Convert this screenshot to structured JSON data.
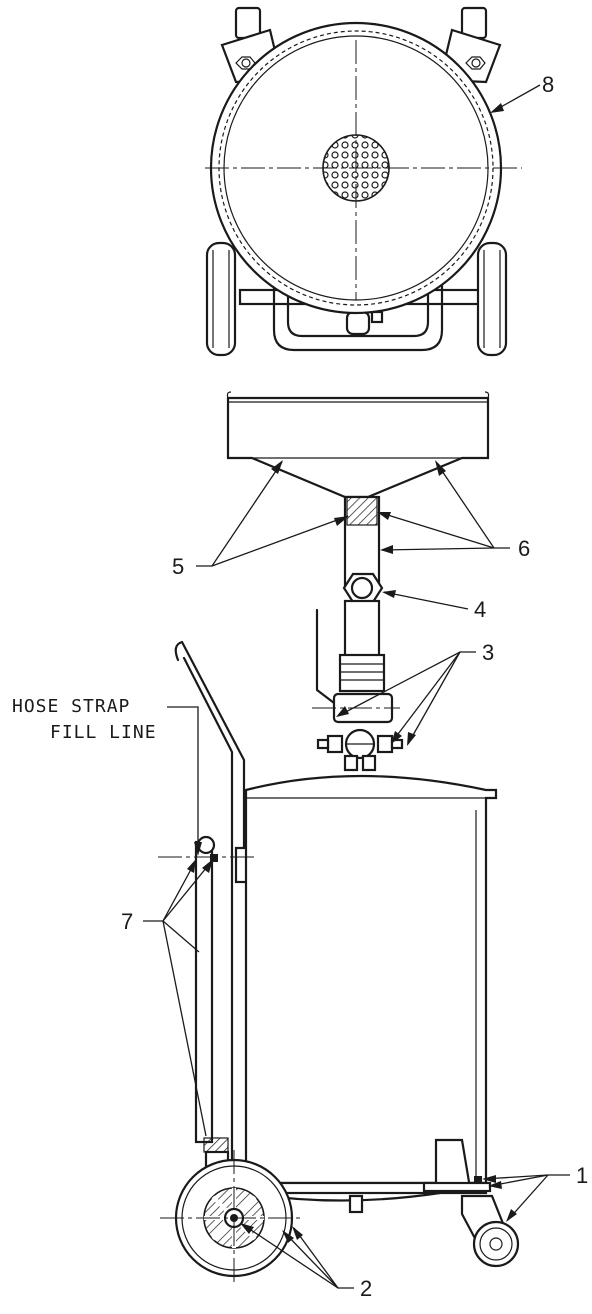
{
  "callouts": {
    "c1": "1",
    "c2": "2",
    "c3": "3",
    "c4": "4",
    "c5": "5",
    "c6": "6",
    "c7": "7",
    "c8": "8"
  },
  "notes": {
    "hose_strap": "HOSE STRAP",
    "fill_line": "FILL LINE"
  }
}
